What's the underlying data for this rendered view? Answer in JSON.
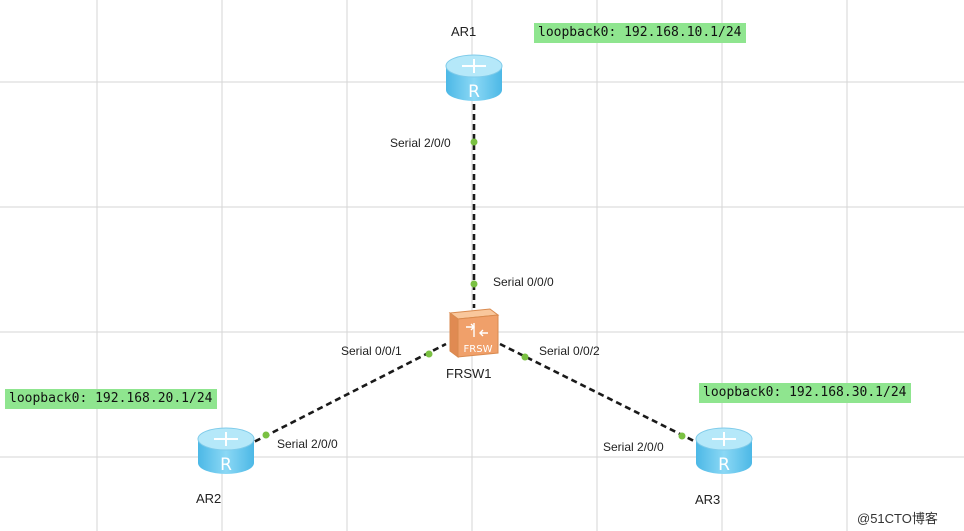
{
  "colors": {
    "router_body": "#5cc6ee",
    "router_top": "#a8e3f7",
    "switch_body": "#f4a56b",
    "loopback_bg": "#8fe58f",
    "port_dot": "#7ac142",
    "grid": "#d6d6d6"
  },
  "devices": {
    "ar1": {
      "label": "AR1",
      "icon": "router-icon"
    },
    "ar2": {
      "label": "AR2",
      "icon": "router-icon"
    },
    "ar3": {
      "label": "AR3",
      "icon": "router-icon"
    },
    "frsw1": {
      "label": "FRSW1",
      "icon": "frame-relay-switch-icon",
      "icon_text": "FRSW"
    }
  },
  "loopbacks": {
    "ar1": "loopback0: 192.168.10.1/24",
    "ar2": "loopback0: 192.168.20.1/24",
    "ar3": "loopback0: 192.168.30.1/24"
  },
  "links": [
    {
      "from": "AR1",
      "from_port": "Serial 2/0/0",
      "to": "FRSW1",
      "to_port": "Serial 0/0/0"
    },
    {
      "from": "AR2",
      "from_port": "Serial 2/0/0",
      "to": "FRSW1",
      "to_port": "Serial 0/0/1"
    },
    {
      "from": "AR3",
      "from_port": "Serial 2/0/0",
      "to": "FRSW1",
      "to_port": "Serial 0/0/2"
    }
  ],
  "watermark": "@51CTO博客"
}
